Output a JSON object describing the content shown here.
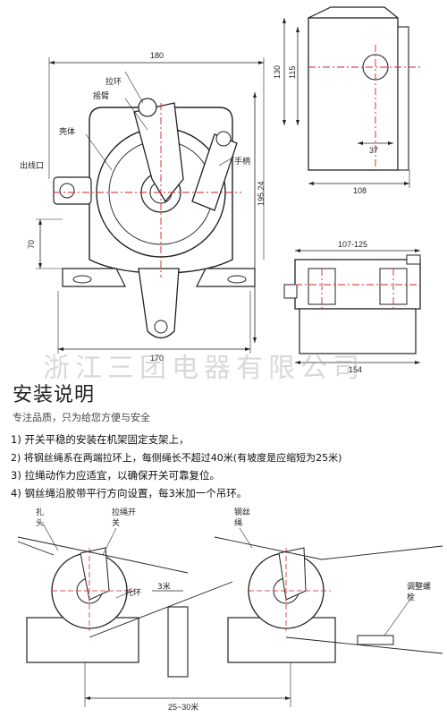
{
  "front_view": {
    "dim_overall_width": "180",
    "dim_base_width": "170",
    "dim_height": "195.24",
    "dim_left_height": "70",
    "label_pull_ring": "拉环",
    "label_swing_arm": "摇臂",
    "label_housing": "壳体",
    "label_cable_outlet": "出线口",
    "label_handle": "手柄"
  },
  "side_view": {
    "dim_130": "130",
    "dim_115": "115",
    "dim_37": "37",
    "dim_108": "108"
  },
  "top_view": {
    "dim_range": "107-125",
    "dim_154": "154"
  },
  "watermark": "浙江三团电器有限公司",
  "install": {
    "title": "安装说明",
    "subtitle": "专注品质，只为给您方便与安全",
    "steps": [
      "1) 开关平稳的安装在机架固定支架上，",
      "2) 将钢丝绳系在两端拉环上，每侧绳长不超过40米(有坡度是应缩短为25米)",
      "3) 拉绳动作力应适宜，以确保开关可靠复位。",
      "4) 钢丝绳沿胶带平行方向设置，每3米加一个吊环。"
    ]
  },
  "bottom_diagram": {
    "label_clamp": "扎\n头",
    "label_switch": "拉绳开\n关",
    "label_ring": "托环",
    "label_3m": "3米",
    "label_wire": "钢丝\n绳",
    "label_adjust": "调整螺\n栓",
    "label_span": "25~30米"
  },
  "colors": {
    "line": "#222222",
    "center_line": "#d42020",
    "watermark": "#aaaaaa"
  }
}
